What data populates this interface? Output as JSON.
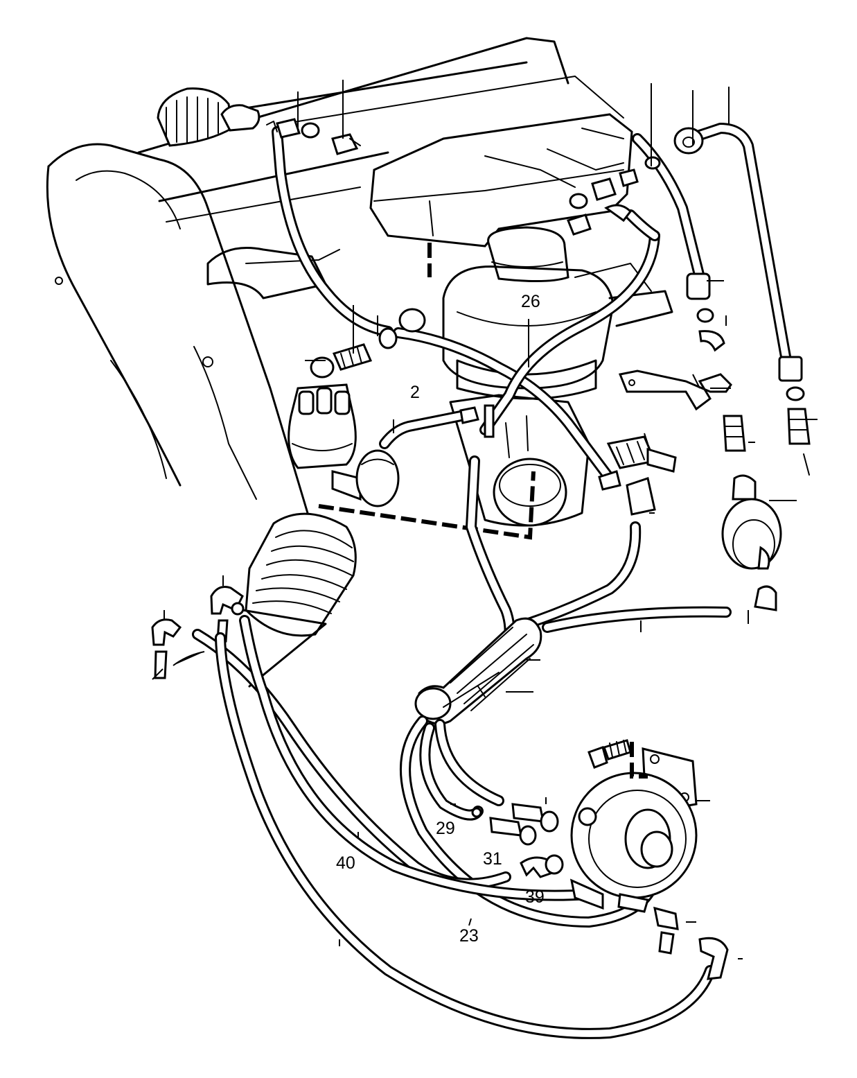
{
  "callouts": {
    "c2": "2",
    "c23": "23",
    "c26": "26",
    "c29": "29",
    "c31": "31",
    "c39": "39",
    "c40": "40"
  }
}
